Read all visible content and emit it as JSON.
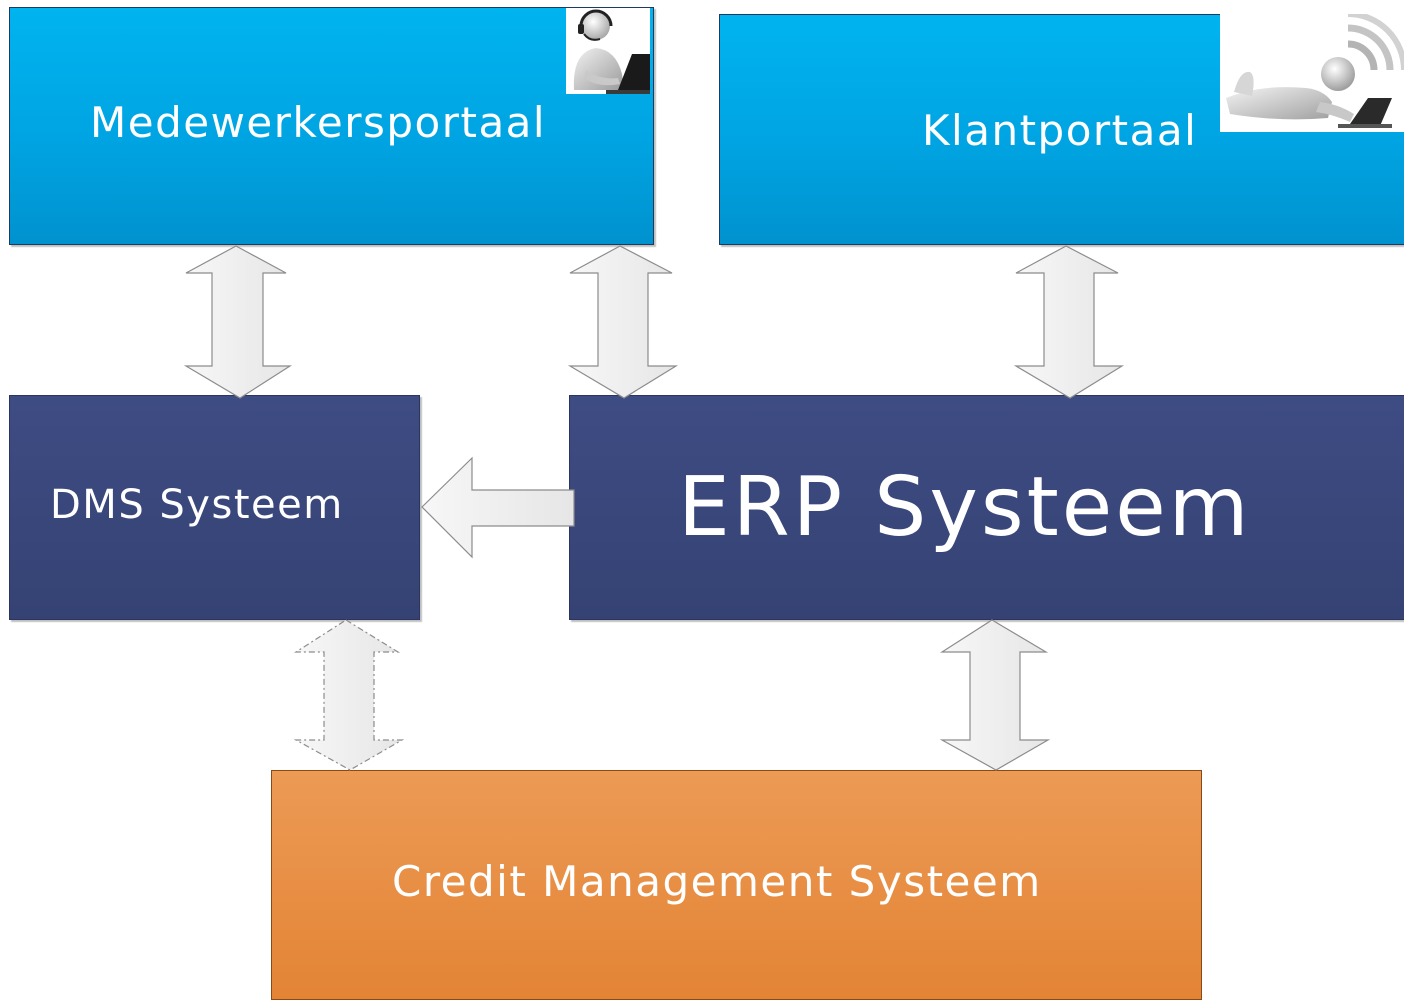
{
  "diagram": {
    "nodes": {
      "medewerkersportaal": {
        "label": "Medewerkersportaal",
        "icon": "call-center-agent-icon"
      },
      "klantportaal": {
        "label": "Klantportaal",
        "icon": "wireless-laptop-user-icon"
      },
      "dms": {
        "label": "DMS Systeem"
      },
      "erp": {
        "label": "ERP Systeem"
      },
      "credit": {
        "label": "Credit Management Systeem"
      }
    },
    "connections": [
      {
        "from": "medewerkersportaal",
        "to": "dms",
        "direction": "bidirectional",
        "style": "solid"
      },
      {
        "from": "medewerkersportaal",
        "to": "erp",
        "direction": "bidirectional",
        "style": "solid"
      },
      {
        "from": "klantportaal",
        "to": "erp",
        "direction": "bidirectional",
        "style": "solid"
      },
      {
        "from": "erp",
        "to": "dms",
        "direction": "one-way",
        "style": "solid"
      },
      {
        "from": "dms",
        "to": "credit",
        "direction": "bidirectional",
        "style": "dashed"
      },
      {
        "from": "erp",
        "to": "credit",
        "direction": "bidirectional",
        "style": "solid"
      }
    ],
    "colors": {
      "portal": "#00a8e8",
      "system": "#384578",
      "credit": "#e8893c",
      "arrow_fill": "#f4f4f4",
      "arrow_stroke": "#8c8c8c"
    }
  }
}
